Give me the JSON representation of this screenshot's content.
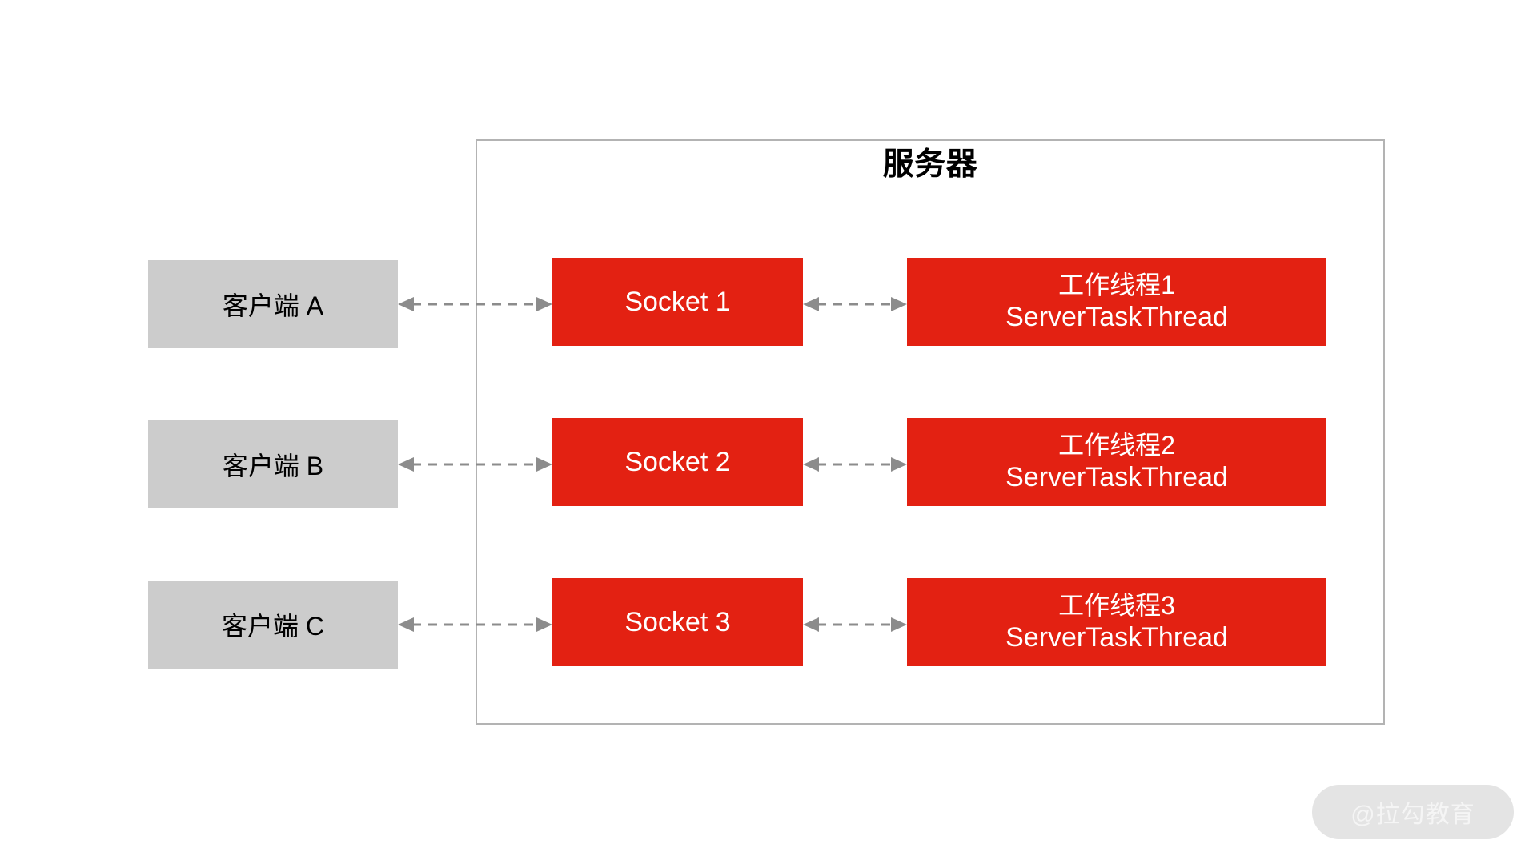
{
  "server": {
    "title": "服务器",
    "border_color": "#b3b3b3"
  },
  "colors": {
    "client_box": "#cccccc",
    "server_node_box": "#e32112",
    "arrow": "#8c8c8c",
    "text_dark": "#000000",
    "text_light": "#ffffff",
    "background": "#ffffff"
  },
  "rows": [
    {
      "client": "客户端 A",
      "socket": "Socket 1",
      "worker_line1": "工作线程1",
      "worker_line2": "ServerTaskThread"
    },
    {
      "client": "客户端 B",
      "socket": "Socket 2",
      "worker_line1": "工作线程2",
      "worker_line2": "ServerTaskThread"
    },
    {
      "client": "客户端 C",
      "socket": "Socket 3",
      "worker_line1": "工作线程3",
      "worker_line2": "ServerTaskThread"
    }
  ],
  "connections": {
    "client_to_socket_style": "bidirectional-dashed",
    "socket_to_worker_style": "bidirectional-dashed"
  },
  "watermark": {
    "text": "@拉勾教育"
  }
}
